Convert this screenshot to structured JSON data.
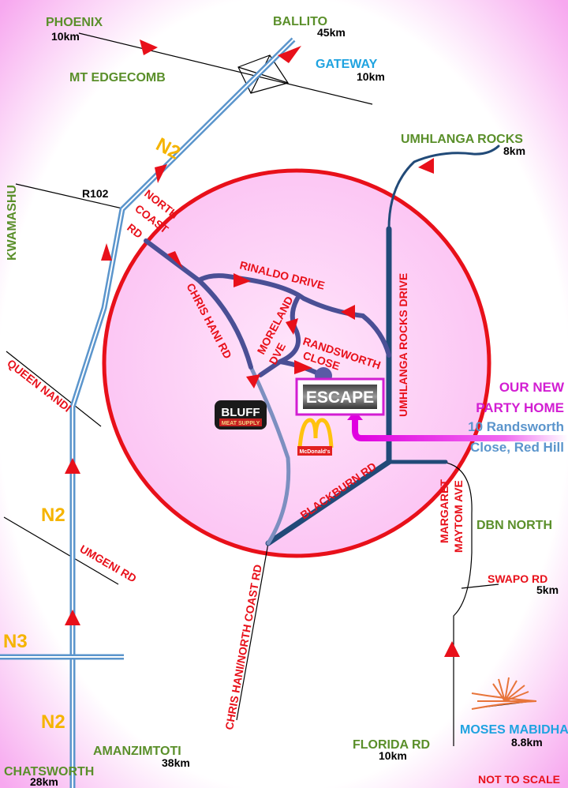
{
  "colors": {
    "place": "#5a8f2a",
    "road": "#e8101a",
    "highway": "#f5b400",
    "gateway": "#1fa3e0",
    "party": "#d21ed2",
    "address": "#5b95cc",
    "circle": "#e8101a",
    "local_road": "#4a4f95",
    "main_road": "#214a78"
  },
  "places": {
    "phoenix": "PHOENIX",
    "phoenix_km": "10km",
    "ballito": "BALLITO",
    "ballito_km": "45km",
    "gateway": "GATEWAY",
    "gateway_km": "10km",
    "mt_edgecomb": "MT EDGECOMB",
    "umhlanga": "UMHLANGA  ROCKS",
    "umhlanga_km": "8km",
    "kwamashu": "KWAMASHU",
    "dbn_north": "DBN NORTH",
    "amanzimtoti": "AMANZIMTOTI",
    "amanzimtoti_km": "38km",
    "chatsworth": "CHATSWORTH",
    "chatsworth_km": "28km",
    "florida": "FLORIDA RD",
    "florida_km": "10km",
    "moses": "MOSES MABIDHA",
    "moses_km": "8.8km",
    "swapo": "SWAPO RD",
    "swapo_km": "5km"
  },
  "highways": {
    "n2_top": "N2",
    "n2_mid": "N2",
    "n2_bottom": "N2",
    "n3": "N3",
    "r102": "R102"
  },
  "roads": {
    "north_coast_1": "NORTH",
    "north_coast_2": "COAST",
    "north_coast_3": "RD",
    "chris_hani": "CHRIS HANI RD",
    "rinaldo": "RINALDO DRIVE",
    "moreland_1": "MORELAND",
    "moreland_2": "DVE",
    "randsworth_1": "RANDSWORTH",
    "randsworth_2": "CLOSE",
    "umhlanga_drive": "UMHLANGA ROCKS DRIVE",
    "blackburn": "BLACKBURN RD",
    "chris_hani_nc": "CHRIS HANI/NORTH COAST RD",
    "queen_nandi": "QUEEN NANDI",
    "umgeni": "UMGENI RD",
    "margaret_1": "MARGARET",
    "margaret_2": "MAYTOM AVE"
  },
  "venue": {
    "logo": "ESCAPE",
    "headline_1": "OUR NEW",
    "headline_2": "PARTY HOME",
    "address_1": "10 Randsworth",
    "address_2": "Close, Red Hill"
  },
  "landmarks": {
    "bluff_1": "BLUFF",
    "bluff_2": "MEAT SUPPLY",
    "mcdonalds": "McDonald's"
  },
  "footer": {
    "scale_note": "NOT TO SCALE"
  }
}
